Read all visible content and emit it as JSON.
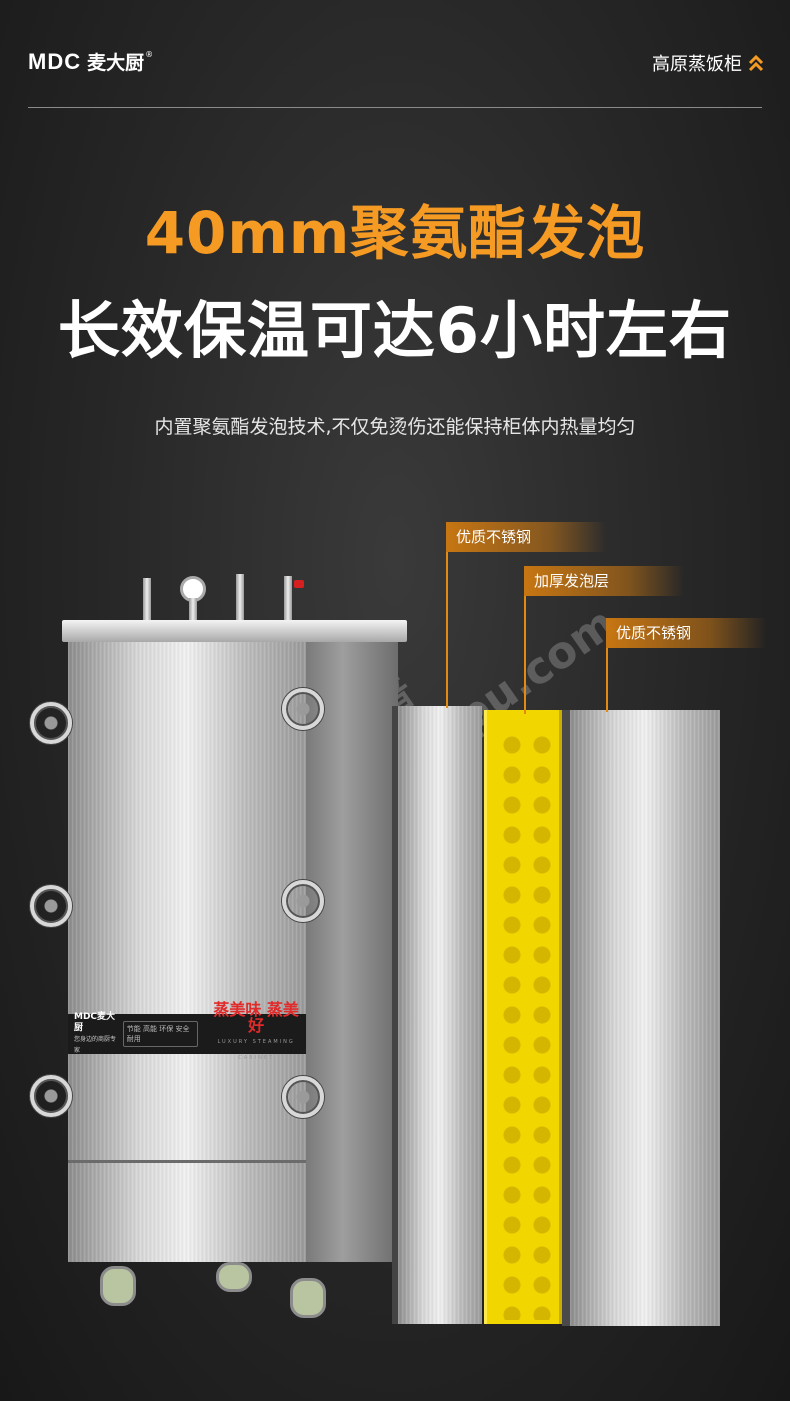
{
  "header": {
    "logo_mark": "MDC",
    "logo_cn": "麦大厨",
    "logo_reg": "®",
    "product_name": "高原蒸饭柜",
    "product_icon": "double-chevron-up-icon",
    "accent_color": "#f59a23"
  },
  "hero": {
    "headline1": "40mm聚氨酯发泡",
    "headline2": "长效保温可达6小时左右",
    "subtitle": "内置聚氨酯发泡技术,不仅免烫伤还能保持柜体内热量均匀"
  },
  "layers": [
    {
      "label": "优质不锈钢"
    },
    {
      "label": "加厚发泡层"
    },
    {
      "label": "优质不锈钢"
    }
  ],
  "cabinet_plate": {
    "logo": "MDC麦大厨",
    "logo_sub": "您身边的商厨专家",
    "features": "节能 高能 环保 安全 耐用",
    "slogan": "蒸美味 蒸美好",
    "slogan_sub": "LUXURY STEAMING CABINET"
  },
  "watermark": {
    "text1": "科力普",
    "text2": "www.colipu.com"
  }
}
